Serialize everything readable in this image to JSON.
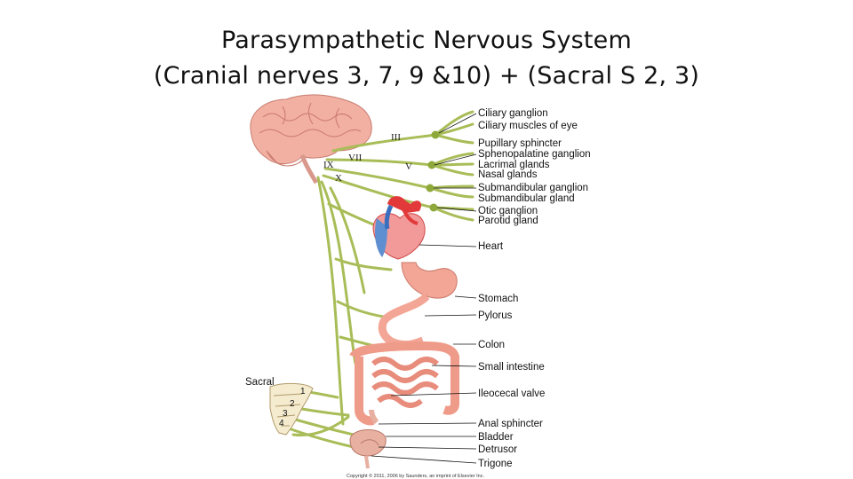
{
  "title": {
    "line1": "Parasympathetic Nervous System",
    "line2": "(Cranial nerves 3, 7, 9 &10) + (Sacral S 2, 3)"
  },
  "cranial_markers": [
    "III",
    "VII",
    "V",
    "IX",
    "X"
  ],
  "sacral": {
    "label": "Sacral",
    "segments": [
      "1",
      "2",
      "3",
      "4"
    ]
  },
  "labels": [
    "Ciliary ganglion",
    "Ciliary muscles of eye",
    "Pupillary sphincter",
    "Sphenopalatine ganglion",
    "Lacrimal glands",
    "Nasal glands",
    "Submandibular ganglion",
    "Submandibular gland",
    "Otic ganglion",
    "Parotid gland",
    "Heart",
    "Stomach",
    "Pylorus",
    "Colon",
    "Small intestine",
    "Ileocecal valve",
    "Anal sphincter",
    "Bladder",
    "Detrusor",
    "Trigone"
  ],
  "copyright": "Copyright © 2011, 2006 by Saunders, an imprint of Elsevier Inc.",
  "colors": {
    "nerve": "#a8bd57",
    "brain": "#f2b0a3",
    "heart_red": "#e23a3a",
    "heart_blue": "#5f8fd0",
    "organ": "#f3a696",
    "bladder": "#e8b0a0"
  }
}
